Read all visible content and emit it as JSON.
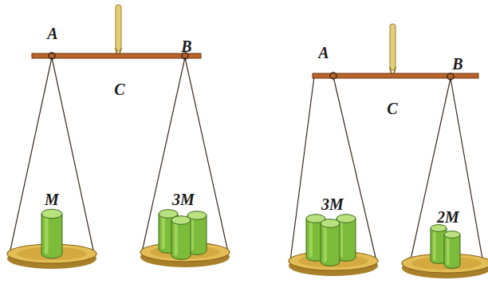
{
  "diagram": {
    "labels": [
      "A",
      "B",
      "C",
      "M",
      "3M",
      "A",
      "C",
      "B",
      "3M",
      "2M"
    ]
  }
}
